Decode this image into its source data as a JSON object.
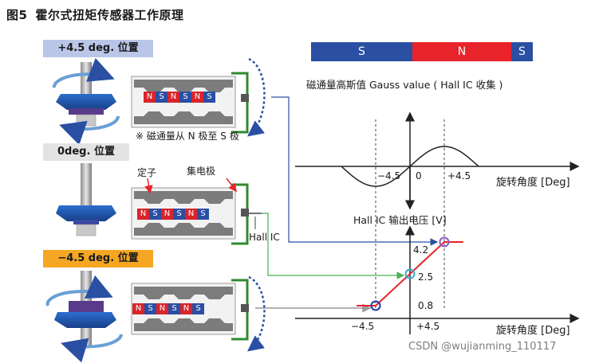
{
  "title": {
    "fig_no": "图5",
    "text": "霍尔式扭矩传感器工作原理"
  },
  "positions": [
    {
      "label": "+4.5 deg. 位置",
      "color": "#b9c6e8"
    },
    {
      "label": "0deg. 位置",
      "color": "#e3e3e3"
    },
    {
      "label": "−4.5 deg. 位置",
      "color": "#f5a623"
    }
  ],
  "magnets": [
    [
      "N",
      "S",
      "N",
      "S",
      "N",
      "S"
    ],
    [
      "N",
      "S",
      "N",
      "S",
      "N",
      "S"
    ],
    [
      "N",
      "S",
      "N",
      "S",
      "N",
      "S"
    ]
  ],
  "notes": {
    "flux_note": "※ 磁通量从 N 极至 S 极",
    "stator": "定子",
    "collector": "集电极",
    "hall_ic": "Hall IC"
  },
  "gauss_bar": {
    "segments": [
      {
        "label": "S",
        "color": "#2a4fa3"
      },
      {
        "label": "N",
        "color": "#e8232a"
      },
      {
        "label": "S",
        "color": "#2a4fa3"
      }
    ],
    "caption": "磁通量高斯值 Gauss value ( Hall IC 收集 )"
  },
  "chart_data": [
    {
      "type": "line",
      "series": [
        {
          "values_description": "",
          "x": [
            -9,
            -4.5,
            0,
            4.5,
            9
          ],
          "y": [
            0,
            -1,
            0,
            1,
            0
          ]
        }
      ],
      "xlabel": "旋转角度 [Deg]",
      "ticks": [
        "−4.5",
        "0",
        "+4.5"
      ]
    },
    {
      "type": "line",
      "title": "Hall IC 输出电压 [V]",
      "series": [
        {
          "x": [
            -7,
            -4.5,
            4.5,
            7
          ],
          "y": [
            0.8,
            0.8,
            4.2,
            4.2
          ]
        }
      ],
      "points": [
        {
          "x": -4.5,
          "y": 0.8
        },
        {
          "x": 0,
          "y": 2.5
        },
        {
          "x": 4.5,
          "y": 4.2
        }
      ],
      "y_labels": [
        "4.2",
        "2.5",
        "0.8"
      ],
      "x_ticks": [
        "−4.5",
        "+4.5"
      ],
      "xlabel": "旋转角度 [Deg]"
    }
  ],
  "watermark": "CSDN @wujianming_110117"
}
